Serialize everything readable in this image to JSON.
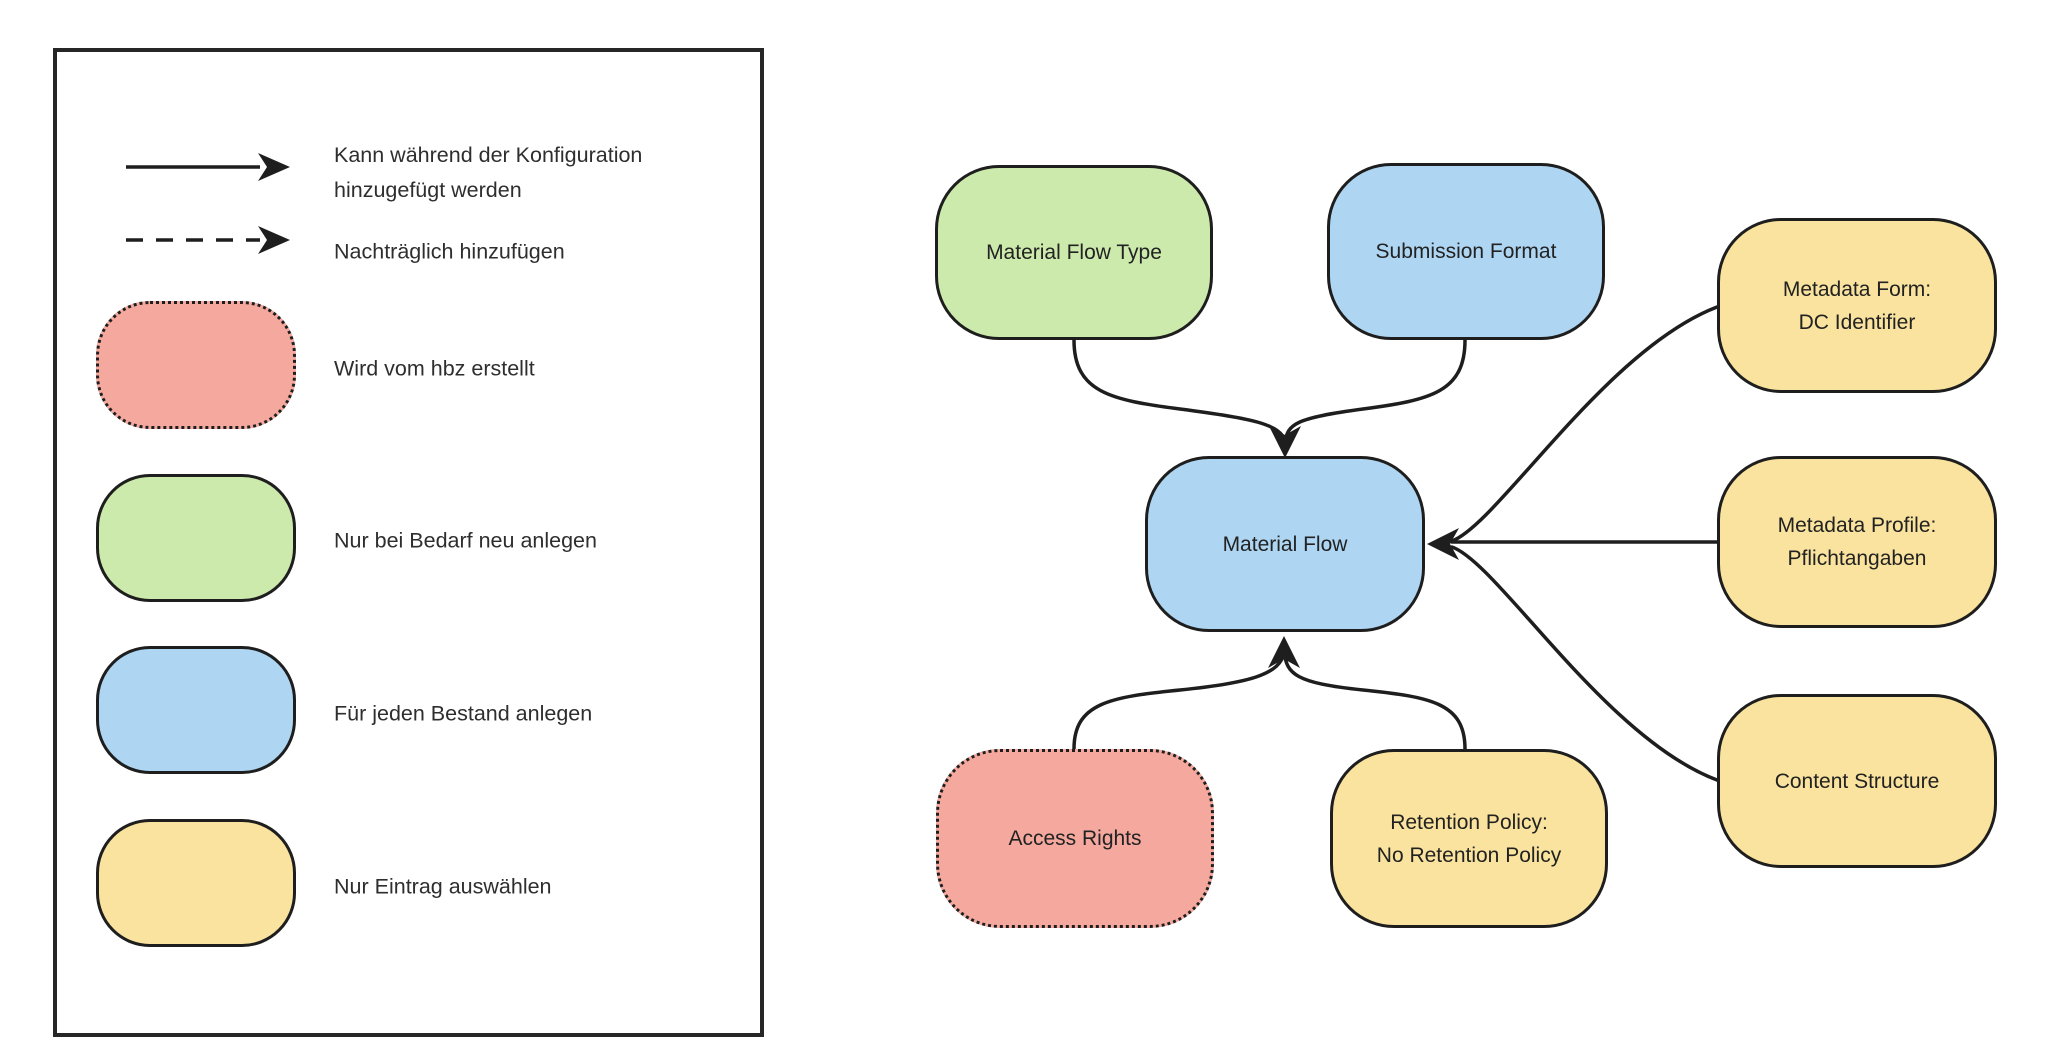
{
  "colors": {
    "green": "#cdeaad",
    "blue": "#aed6f3",
    "yellow": "#f9e39e",
    "red": "#f5a89e",
    "stroke": "#1e1e1e",
    "text": "#2b2b2b"
  },
  "legend": {
    "items": [
      {
        "type": "arrow-solid",
        "label": "Kann während der Konfiguration\nhinzugefügt werden"
      },
      {
        "type": "arrow-dashed",
        "label": "Nachträglich hinzufügen"
      },
      {
        "type": "swatch-red-dotted",
        "label": "Wird vom hbz erstellt"
      },
      {
        "type": "swatch-green",
        "label": "Nur bei Bedarf neu anlegen"
      },
      {
        "type": "swatch-blue",
        "label": "Für jeden Bestand anlegen"
      },
      {
        "type": "swatch-yellow",
        "label": "Nur Eintrag auswählen"
      }
    ]
  },
  "nodes": {
    "material_flow_type": {
      "label": "Material Flow Type",
      "color": "green"
    },
    "submission_format": {
      "label": "Submission Format",
      "color": "blue"
    },
    "metadata_form": {
      "label": "Metadata Form:\nDC Identifier",
      "color": "yellow"
    },
    "metadata_profile": {
      "label": "Metadata Profile:\nPflichtangaben",
      "color": "yellow"
    },
    "content_structure": {
      "label": "Content Structure",
      "color": "yellow"
    },
    "material_flow": {
      "label": "Material Flow",
      "color": "blue"
    },
    "access_rights": {
      "label": "Access Rights",
      "color": "red"
    },
    "retention_policy": {
      "label": "Retention Policy:\nNo Retention Policy",
      "color": "yellow"
    }
  }
}
